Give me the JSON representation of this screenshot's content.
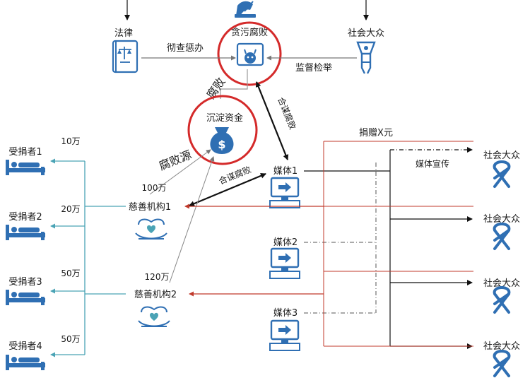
{
  "nodes": {
    "law": "法律",
    "corruption": "贪污腐败",
    "public_top": "社会大众",
    "fund": "沉淀资金",
    "media1": "媒体1",
    "media2": "媒体2",
    "media3": "媒体3",
    "charity1": "慈善机构1",
    "charity2": "慈善机构2",
    "recipients": [
      "受捐者1",
      "受捐者2",
      "受捐者3",
      "受捐者4"
    ],
    "public_right": [
      "社会大众",
      "社会大众",
      "社会大众",
      "社会大众"
    ]
  },
  "edges": {
    "investigate": "彻查惩办",
    "supervise": "监督检举",
    "corrupt": "腐败",
    "collusion_top": "合谋腐败",
    "collusion_mid": "合谋腐败",
    "source": "腐败源",
    "donate": "捐赠X元",
    "promote": "媒体宣传"
  },
  "amounts": {
    "charity1_fund": "100万",
    "charity2_fund": "120万",
    "recipients": [
      "10万",
      "20万",
      "50万",
      "50万"
    ]
  },
  "colors": {
    "icon_blue": "#2f6fb3",
    "highlight_red": "#d42a2a",
    "donation_red": "#c0392b",
    "teal": "#4aa3b5"
  },
  "icons": [
    "law-book-icon",
    "corruption-icon",
    "hand-pen-icon",
    "money-bag-icon",
    "person-icon",
    "computer-icon",
    "charity-hands-icon",
    "bed-icon",
    "ribbon-icon"
  ]
}
